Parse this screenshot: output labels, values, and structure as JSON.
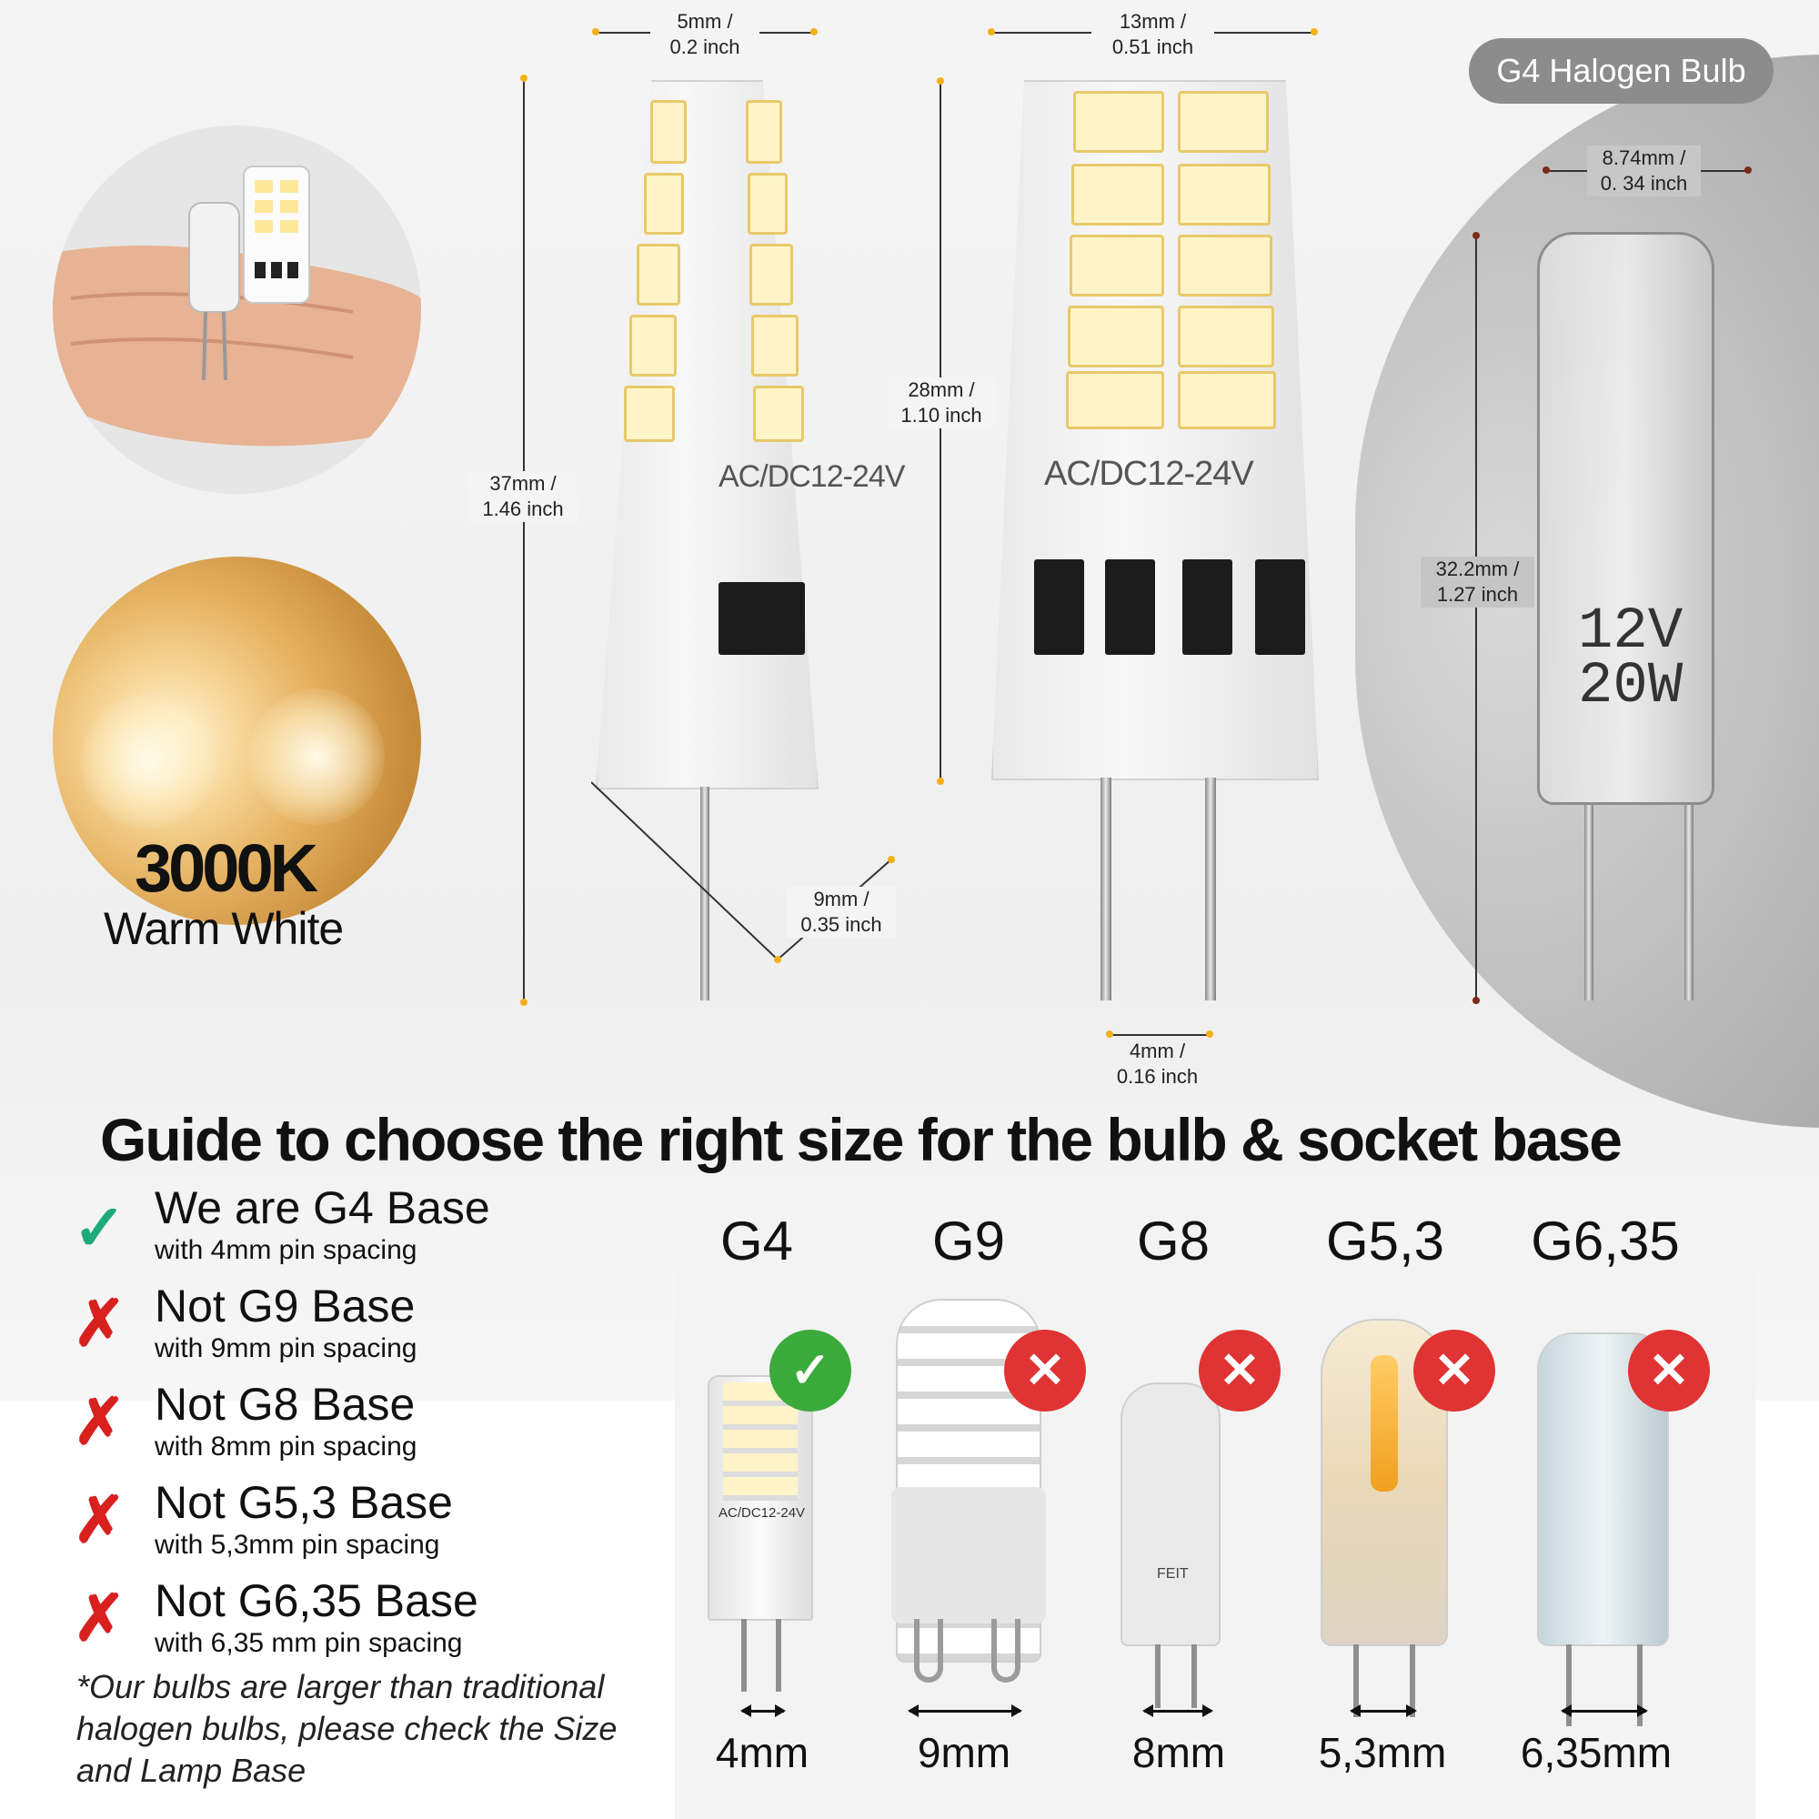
{
  "badge": {
    "label": "G4 Halogen Bulb"
  },
  "color_temp": {
    "value": "3000K",
    "name": "Warm White"
  },
  "dimensions": {
    "thin_width": {
      "mm": "5mm /",
      "inch": "0.2 inch"
    },
    "wide_width": {
      "mm": "13mm /",
      "inch": "0.51 inch"
    },
    "thin_height": {
      "mm": "37mm /",
      "inch": "1.46 inch"
    },
    "wide_height": {
      "mm": "28mm /",
      "inch": "1.10 inch"
    },
    "thin_depth": {
      "mm": "9mm /",
      "inch": "0.35 inch"
    },
    "pin_spacing": {
      "mm": "4mm /",
      "inch": "0.16 inch"
    },
    "halogen_width": {
      "mm": "8.74mm /",
      "inch": "0. 34 inch"
    },
    "halogen_height": {
      "mm": "32.2mm /",
      "inch": "1.27 inch"
    }
  },
  "bulb_labels": {
    "side": "AC/DC12-24V",
    "front": "AC/DC12-24V",
    "halogen_volt": "12V",
    "halogen_watt": "20W",
    "mini_g4": "AC/DC12-24V",
    "mini_g8": "FEIT"
  },
  "headline": "Guide to choose the right size for the bulb & socket base",
  "checklist": [
    {
      "mark": "✓",
      "title": "We are G4 Base",
      "sub": "with 4mm pin spacing"
    },
    {
      "mark": "✗",
      "title": "Not G9 Base",
      "sub": "with 9mm pin spacing"
    },
    {
      "mark": "✗",
      "title": "Not G8 Base",
      "sub": "with 8mm pin spacing"
    },
    {
      "mark": "✗",
      "title": "Not G5,3 Base",
      "sub": "with 5,3mm pin spacing"
    },
    {
      "mark": "✗",
      "title": "Not G6,35 Base",
      "sub": "with 6,35 mm pin spacing"
    }
  ],
  "footnote": "*Our bulbs are larger than traditional halogen bulbs, please check the Size and Lamp Base",
  "comparison": [
    {
      "base": "G4",
      "spacing": "4mm",
      "status": "✓"
    },
    {
      "base": "G9",
      "spacing": "9mm",
      "status": "✕"
    },
    {
      "base": "G8",
      "spacing": "8mm",
      "status": "✕"
    },
    {
      "base": "G5,3",
      "spacing": "5,3mm",
      "status": "✕"
    },
    {
      "base": "G6,35",
      "spacing": "6,35mm",
      "status": "✕"
    }
  ],
  "colors": {
    "check": "#1eaa7a",
    "cross": "#d8201f",
    "ok_badge": "#3aaa3a",
    "no_badge": "#e03333",
    "dimension_dot": "#f3b11a",
    "halogen_badge": "#8c8c8c"
  }
}
